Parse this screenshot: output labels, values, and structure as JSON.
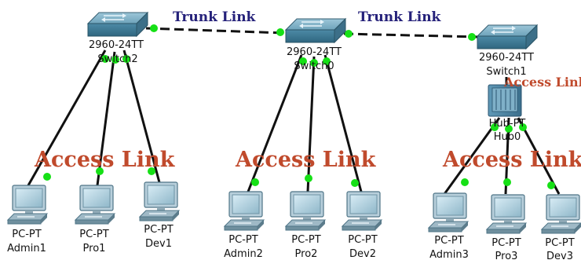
{
  "labels": {
    "trunk_1": "Trunk Link",
    "trunk_2": "Trunk Link",
    "access_1": "Access Link",
    "access_2": "Access Link",
    "access_3": "Access Link",
    "access_hub": "Access Link"
  },
  "switches": [
    {
      "model": "2960-24TT",
      "name": "Switch2"
    },
    {
      "model": "2960-24TT",
      "name": "Switch0"
    },
    {
      "model": "2960-24TT",
      "name": "Switch1"
    }
  ],
  "hub": {
    "model": "Hub-PT",
    "name": "Hub0"
  },
  "pcs": [
    {
      "type": "PC-PT",
      "name": "Admin1"
    },
    {
      "type": "PC-PT",
      "name": "Pro1"
    },
    {
      "type": "PC-PT",
      "name": "Dev1"
    },
    {
      "type": "PC-PT",
      "name": "Admin2"
    },
    {
      "type": "PC-PT",
      "name": "Pro2"
    },
    {
      "type": "PC-PT",
      "name": "Dev2"
    },
    {
      "type": "PC-PT",
      "name": "Admin3"
    },
    {
      "type": "PC-PT",
      "name": "Pro3"
    },
    {
      "type": "PC-PT",
      "name": "Dev3"
    }
  ],
  "colors": {
    "cable": "#111111",
    "link_status": "#16e016",
    "switch_body": "#5a93ad",
    "hub_body": "#4f86a6",
    "pc_body": "#a9c4d3",
    "trunk_text": "#25217a",
    "access_text": "#c04a2c"
  }
}
